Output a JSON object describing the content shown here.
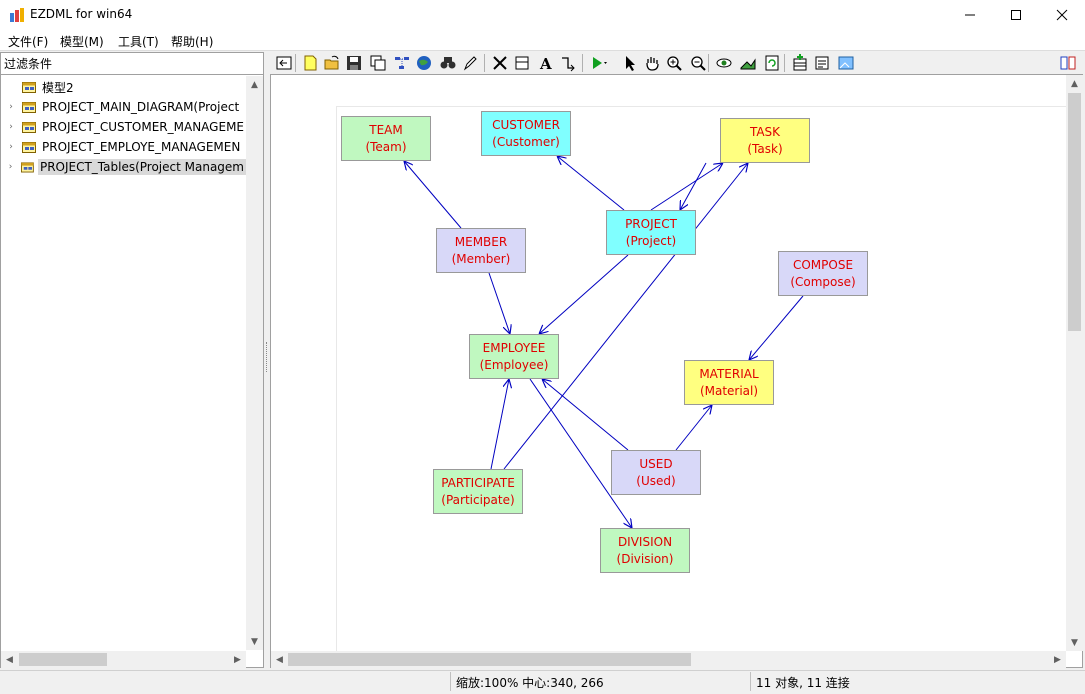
{
  "window": {
    "title": "EZDML for win64"
  },
  "menu": [
    "文件(F)",
    "模型(M)",
    "工具(T)",
    "帮助(H)"
  ],
  "left_panel": {
    "filter_label": "过滤条件",
    "tree": [
      {
        "label": "模型2",
        "expandable": false,
        "selected": false
      },
      {
        "label": "PROJECT_MAIN_DIAGRAM(Project",
        "expandable": true,
        "selected": false
      },
      {
        "label": "PROJECT_CUSTOMER_MANAGEME",
        "expandable": true,
        "selected": false
      },
      {
        "label": "PROJECT_EMPLOYE_MANAGEMEN",
        "expandable": true,
        "selected": false
      },
      {
        "label": "PROJECT_Tables(Project Managem",
        "expandable": true,
        "selected": true
      }
    ]
  },
  "toolbar": {
    "buttons": [
      "back-icon",
      "new-icon",
      "open-icon",
      "save-icon",
      "copy-icon",
      "layout-icon",
      "globe-icon",
      "find-icon",
      "edit-icon",
      "delete-icon",
      "frame-icon",
      "text-icon",
      "link-icon",
      "run-icon",
      "pointer-icon",
      "hand-icon",
      "zoom-in-icon",
      "zoom-out-icon",
      "view-icon",
      "export-icon",
      "refresh-icon",
      "add-table-icon",
      "properties-icon",
      "image-icon",
      "toggle-panel-icon"
    ]
  },
  "diagram": {
    "colors": {
      "green": "#c0f8c0",
      "cyan": "#80ffff",
      "yellow": "#ffff80",
      "lavender": "#d8d8f8",
      "text": "#e00000",
      "link": "#0000c0"
    },
    "nodes": [
      {
        "id": "team",
        "name": "TEAM",
        "caption": "(Team)",
        "color": "green"
      },
      {
        "id": "customer",
        "name": "CUSTOMER",
        "caption": "(Customer)",
        "color": "cyan"
      },
      {
        "id": "task",
        "name": "TASK",
        "caption": "(Task)",
        "color": "yellow"
      },
      {
        "id": "project",
        "name": "PROJECT",
        "caption": "(Project)",
        "color": "cyan"
      },
      {
        "id": "member",
        "name": "MEMBER",
        "caption": "(Member)",
        "color": "lavender"
      },
      {
        "id": "compose",
        "name": "COMPOSE",
        "caption": "(Compose)",
        "color": "lavender"
      },
      {
        "id": "employee",
        "name": "EMPLOYEE",
        "caption": "(Employee)",
        "color": "green"
      },
      {
        "id": "material",
        "name": "MATERIAL",
        "caption": "(Material)",
        "color": "yellow"
      },
      {
        "id": "used",
        "name": "USED",
        "caption": "(Used)",
        "color": "lavender"
      },
      {
        "id": "participate",
        "name": "PARTICIPATE",
        "caption": "(Participate)",
        "color": "green"
      },
      {
        "id": "division",
        "name": "DIVISION",
        "caption": "(Division)",
        "color": "green"
      }
    ],
    "links": [
      {
        "from": "member",
        "to": "team"
      },
      {
        "from": "project",
        "to": "customer"
      },
      {
        "from": "project",
        "to": "task"
      },
      {
        "from": "task",
        "to": "project"
      },
      {
        "from": "member",
        "to": "employee"
      },
      {
        "from": "project",
        "to": "employee"
      },
      {
        "from": "compose",
        "to": "material"
      },
      {
        "from": "used",
        "to": "material"
      },
      {
        "from": "used",
        "to": "employee"
      },
      {
        "from": "participate",
        "to": "employee"
      },
      {
        "from": "participate",
        "to": "task"
      },
      {
        "from": "employee",
        "to": "division"
      }
    ]
  },
  "status": {
    "zoom_center": "缩放:100% 中心:340, 266",
    "counts": "11 对象, 11 连接"
  }
}
